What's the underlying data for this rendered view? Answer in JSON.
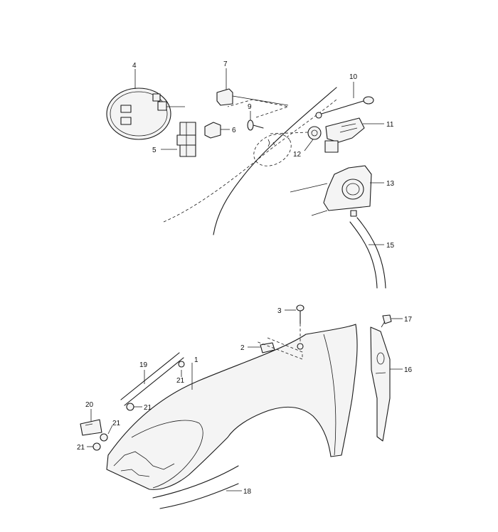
{
  "labels": {
    "p1": "1",
    "p2": "2",
    "p3": "3",
    "p4": "4",
    "p5": "5",
    "p6": "6",
    "p7": "7",
    "p9": "9",
    "p10": "10",
    "p11": "11",
    "p12": "12",
    "p13": "13",
    "p15": "15",
    "p16": "16",
    "p17": "17",
    "p18": "18",
    "p19": "19",
    "p20": "20",
    "p21a": "21",
    "p21b": "21",
    "p21c": "21",
    "p21d": "21"
  }
}
